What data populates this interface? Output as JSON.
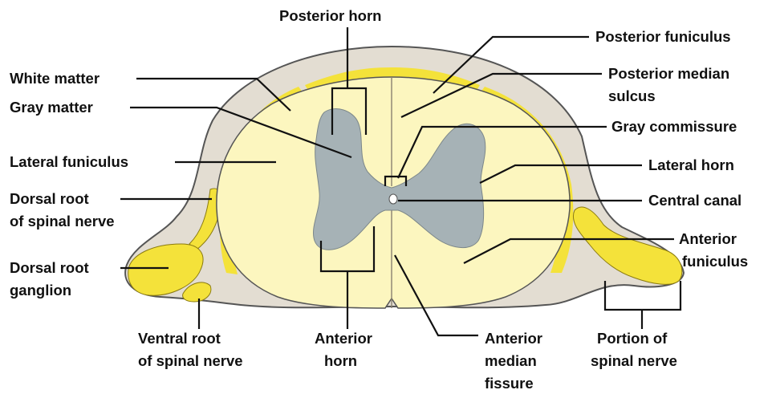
{
  "diagram": {
    "colors": {
      "white_matter": "#fcf6bf",
      "gray_matter": "#a6b2b6",
      "pia_layer": "#f4e23a",
      "meninges": "#e3ddd2",
      "outline": "#555555",
      "text": "#111111"
    },
    "labels": {
      "posterior_horn": "Posterior horn",
      "white_matter": "White matter",
      "gray_matter": "Gray matter",
      "lateral_funiculus": "Lateral funiculus",
      "dorsal_root": {
        "line1": "Dorsal root",
        "line2": "of spinal nerve"
      },
      "dorsal_root_ganglion": {
        "line1": "Dorsal root",
        "line2": "ganglion"
      },
      "ventral_root": {
        "line1": "Ventral root",
        "line2": "of spinal nerve"
      },
      "anterior_horn": {
        "line1": "Anterior",
        "line2": "horn"
      },
      "anterior_median_fissure": {
        "line1": "Anterior",
        "line2": "median",
        "line3": "fissure"
      },
      "portion_of_spinal_nerve": {
        "line1": "Portion of",
        "line2": "spinal nerve"
      },
      "posterior_funiculus": "Posterior funiculus",
      "posterior_median_sulcus": {
        "line1": "Posterior median",
        "line2": "sulcus"
      },
      "gray_commissure": "Gray commissure",
      "lateral_horn": "Lateral horn",
      "central_canal": "Central canal",
      "anterior_funiculus": {
        "line1": "Anterior",
        "line2": "funiculus"
      }
    }
  }
}
